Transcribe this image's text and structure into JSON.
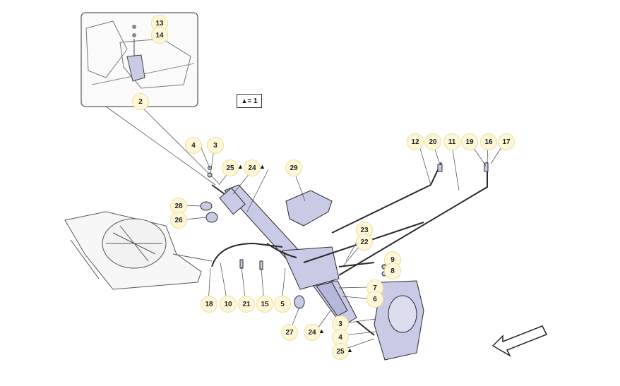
{
  "legend": {
    "symbol": "▲",
    "text": "= 1"
  },
  "callouts": [
    {
      "label": "13",
      "mark": false
    },
    {
      "label": "14",
      "mark": false
    },
    {
      "label": "2",
      "mark": false
    },
    {
      "label": "4",
      "mark": false
    },
    {
      "label": "3",
      "mark": false
    },
    {
      "label": "25",
      "mark": true
    },
    {
      "label": "24",
      "mark": true
    },
    {
      "label": "29",
      "mark": false
    },
    {
      "label": "28",
      "mark": false
    },
    {
      "label": "26",
      "mark": false
    },
    {
      "label": "12",
      "mark": false
    },
    {
      "label": "20",
      "mark": false
    },
    {
      "label": "11",
      "mark": false
    },
    {
      "label": "19",
      "mark": false
    },
    {
      "label": "16",
      "mark": false
    },
    {
      "label": "17",
      "mark": false
    },
    {
      "label": "23",
      "mark": false
    },
    {
      "label": "22",
      "mark": false
    },
    {
      "label": "9",
      "mark": false
    },
    {
      "label": "8",
      "mark": false
    },
    {
      "label": "7",
      "mark": false
    },
    {
      "label": "6",
      "mark": false
    },
    {
      "label": "18",
      "mark": false
    },
    {
      "label": "10",
      "mark": false
    },
    {
      "label": "21",
      "mark": false
    },
    {
      "label": "15",
      "mark": false
    },
    {
      "label": "5",
      "mark": false
    },
    {
      "label": "3",
      "mark": false
    },
    {
      "label": "4",
      "mark": false
    },
    {
      "label": "27",
      "mark": false
    },
    {
      "label": "24",
      "mark": true
    },
    {
      "label": "25",
      "mark": true
    }
  ],
  "colors": {
    "part_fill": "#c9cbe6",
    "line": "#2a2a2a",
    "callout_fill": "#fdf7d8",
    "callout_border": "#eedf9c"
  },
  "arrow_icon": "direction-arrow-icon"
}
